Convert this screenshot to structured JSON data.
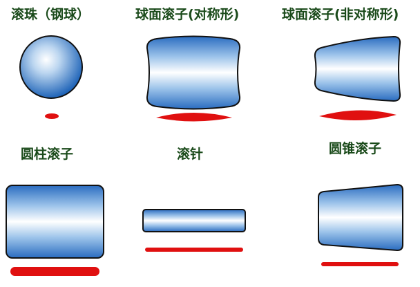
{
  "labels": {
    "ball": "滚珠（钢球）",
    "spherical_symmetric": "球面滚子(对称形)",
    "spherical_asymmetric": "球面滚子(非对称形)",
    "cylindrical": "圆柱滚子",
    "needle": "滚针",
    "tapered": "圆锥滚子"
  },
  "colors": {
    "outline": "#111111",
    "body_blue": "#1f64b8",
    "highlight": "#ffffff",
    "contact_red": "#e01010",
    "label_text": "#1a4a1a"
  }
}
